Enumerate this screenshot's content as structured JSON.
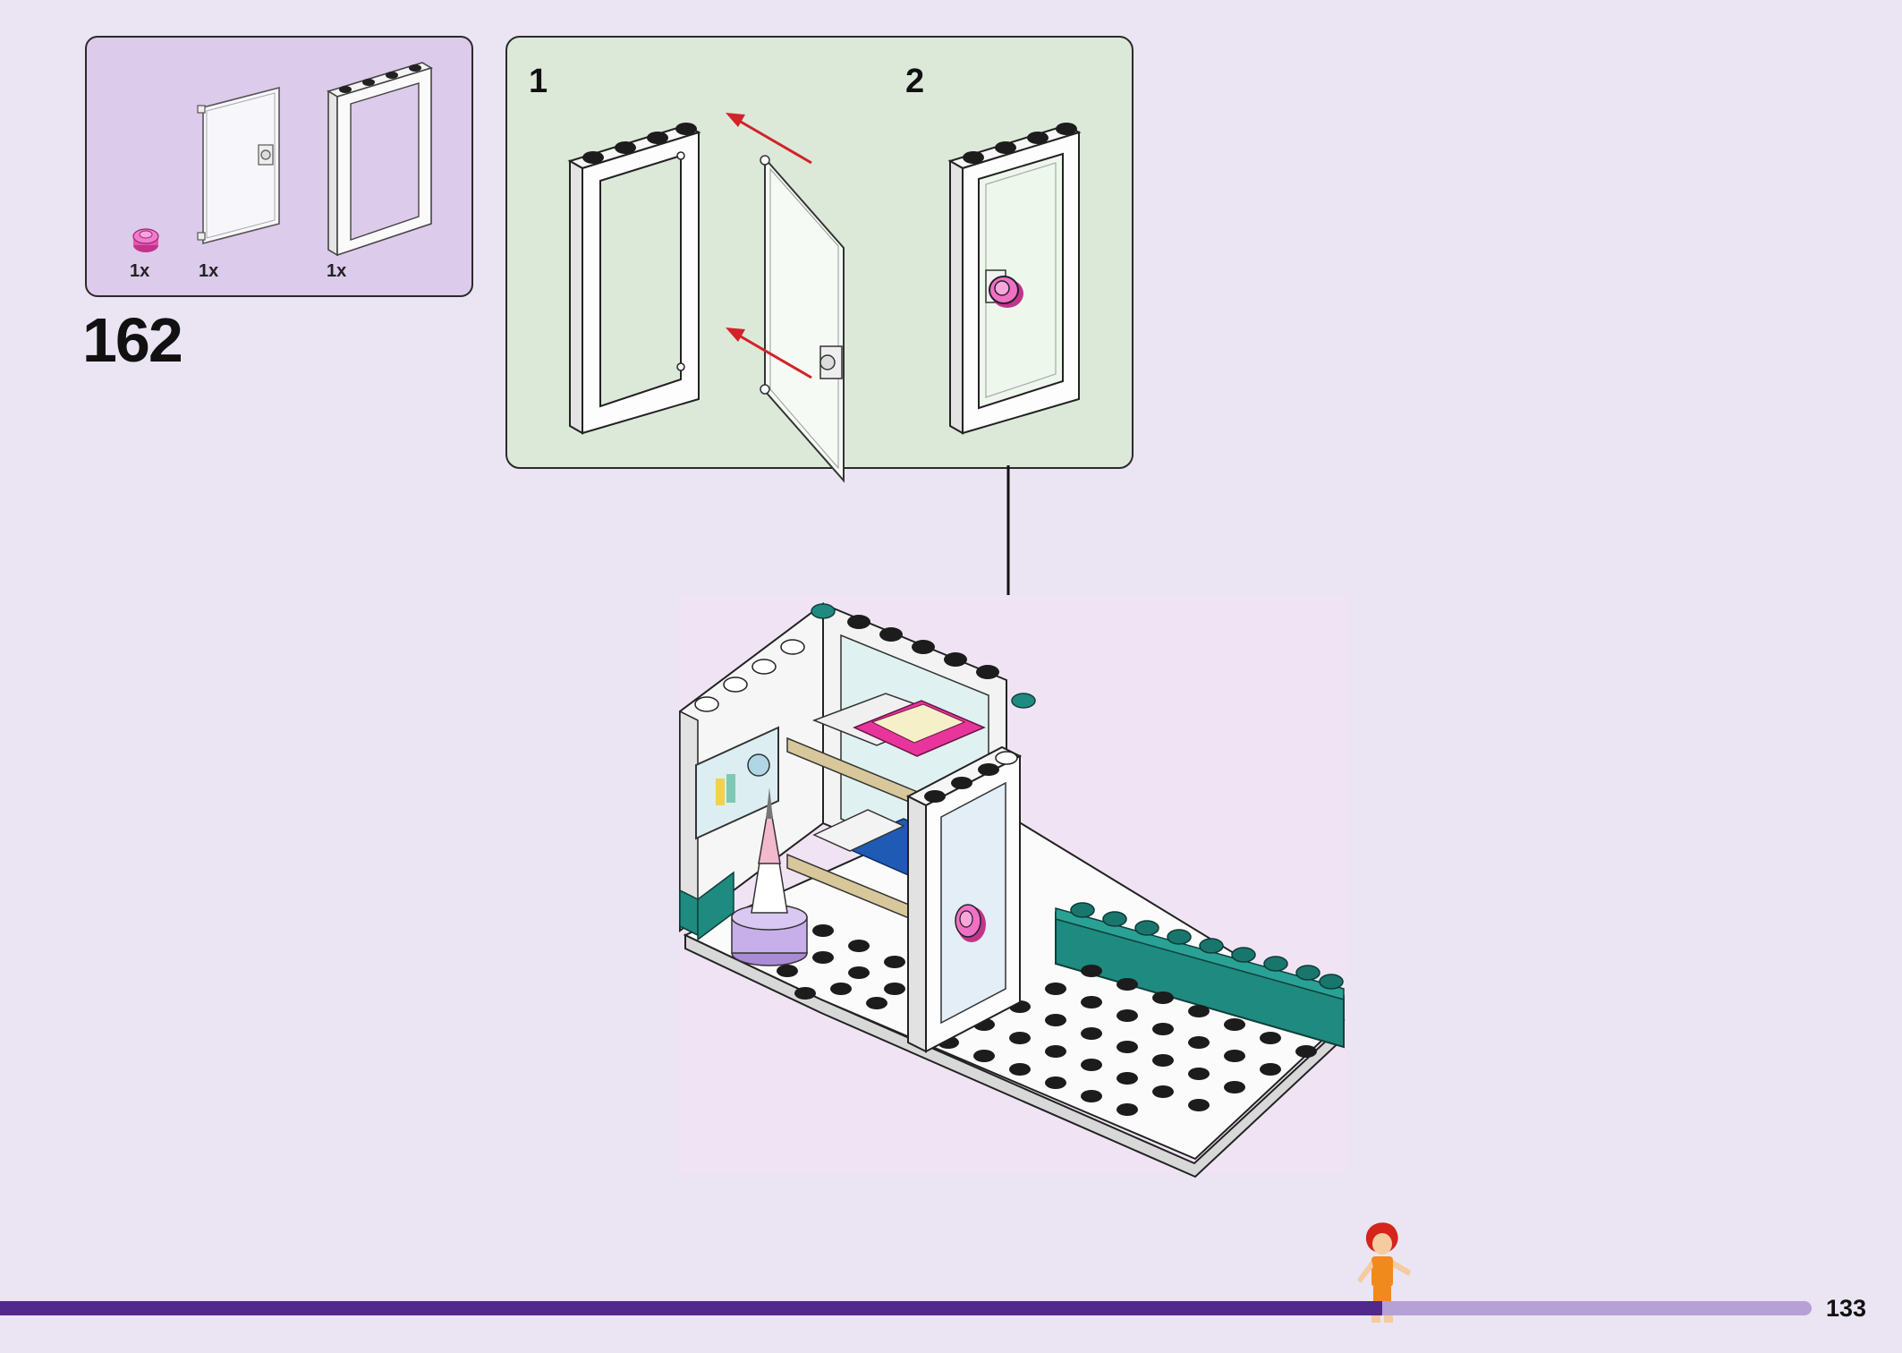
{
  "parts_list": {
    "items": [
      {
        "name": "pink-round-plate",
        "qty": "1x"
      },
      {
        "name": "door-panel",
        "qty": "1x"
      },
      {
        "name": "door-frame",
        "qty": "1x"
      }
    ]
  },
  "step": {
    "number": "162"
  },
  "substeps": [
    {
      "label": "1"
    },
    {
      "label": "2"
    }
  ],
  "progress": {
    "fraction": 0.73
  },
  "page": {
    "number": "133"
  },
  "colors": {
    "background": "#ebe4f3",
    "parts_box": "#dccbea",
    "substep_box": "#dce9d9",
    "progress_done": "#51298c",
    "progress_rest": "#b6a1d6",
    "teal": "#1f8a80",
    "magenta": "#e0409e",
    "arrow_red": "#d2232a"
  }
}
